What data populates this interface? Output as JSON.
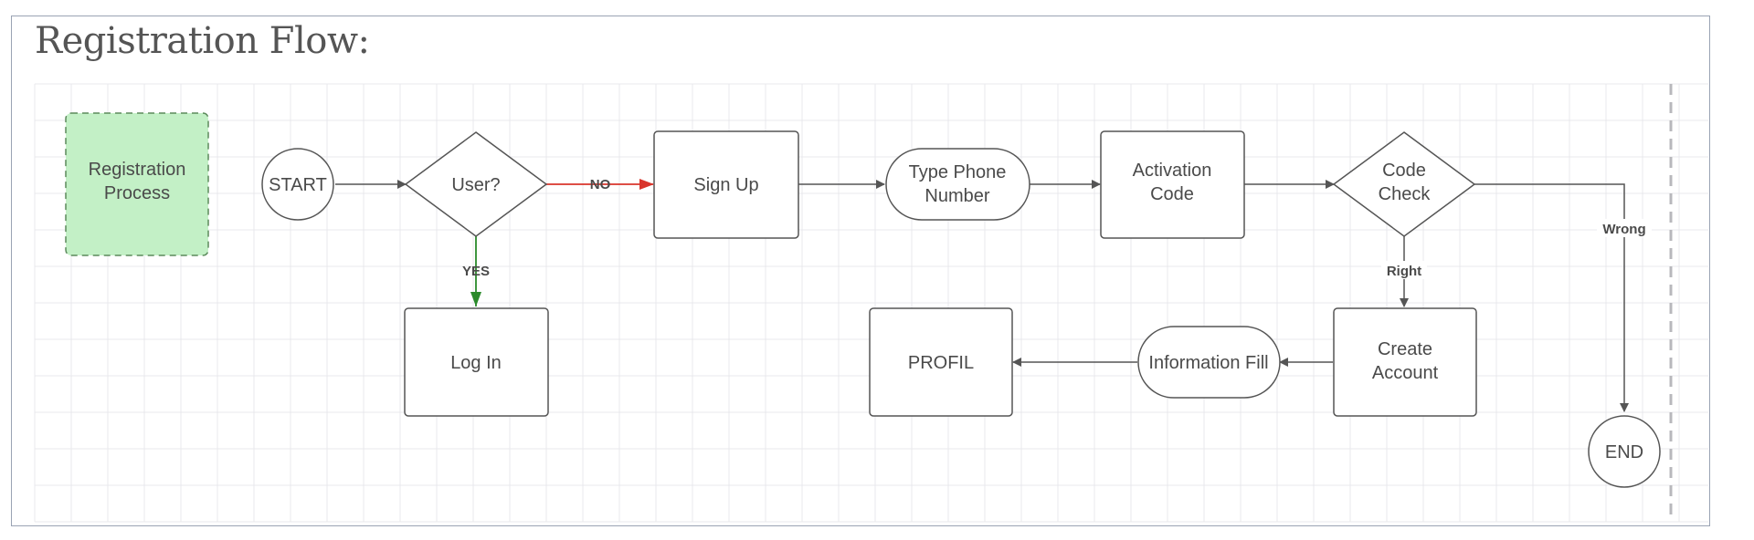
{
  "title": "Registration Flow:",
  "colors": {
    "grid": "#e9e9ec",
    "stroke": "#555555",
    "label": "#4a4a4a",
    "no_edge": "#d9342b",
    "yes_edge": "#2a8a2a",
    "lane_fill": "#c3f0c6",
    "lane_stroke": "#5c8a5c"
  },
  "nodes": {
    "lane": [
      "Registration",
      "Process"
    ],
    "start": "START",
    "user": "User?",
    "signup": "Sign Up",
    "phone": [
      "Type Phone",
      "Number"
    ],
    "activation": [
      "Activation",
      "Code"
    ],
    "codecheck": [
      "Code",
      "Check"
    ],
    "login": "Log In",
    "profil": "PROFIL",
    "infofill": "Information Fill",
    "create": [
      "Create",
      "Account"
    ],
    "end": "END"
  },
  "edges": {
    "no": "NO",
    "yes": "YES",
    "right": "Right",
    "wrong": "Wrong"
  }
}
